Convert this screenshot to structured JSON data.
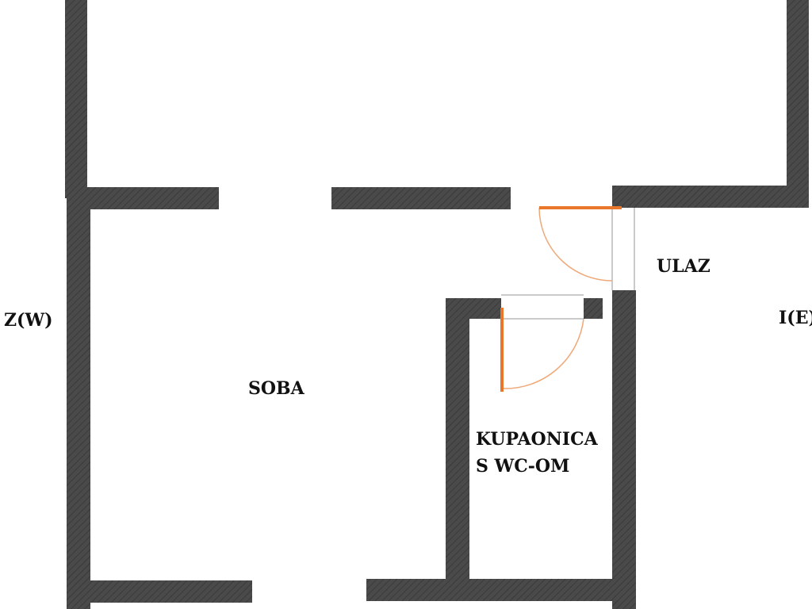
{
  "colors": {
    "wall": "#4a4a4a",
    "wall_hatch": "#3a3a3a",
    "door_leaf": "#e8762b",
    "door_swing": "#f0a878",
    "opening_line": "#b8b8b8",
    "text": "#111111",
    "background": "#ffffff"
  },
  "rooms": {
    "soba": "SOBA",
    "ulaz": "ULAZ",
    "kupaonica_line1": "KUPAONICA",
    "kupaonica_line2": "S WC-OM"
  },
  "directions": {
    "west": "Z(W)",
    "east": "I(E)"
  }
}
